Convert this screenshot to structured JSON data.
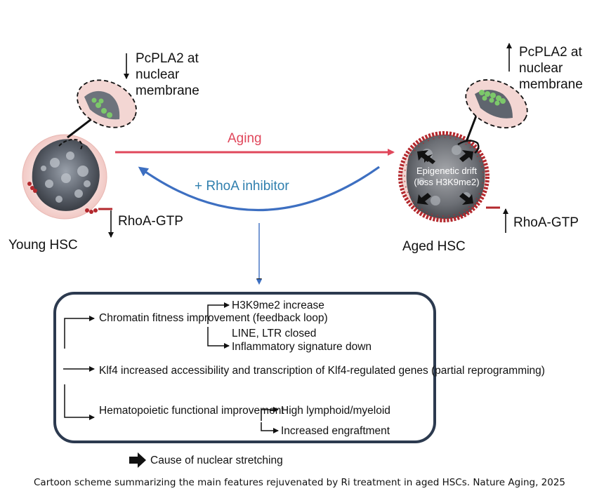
{
  "cells": {
    "young": {
      "title": "Young HSC",
      "pcpla2_label": "PcPLA2 at\nnuclear\nmembrane",
      "pcpla2_direction": "down",
      "rhoa_label": "RhoA-GTP",
      "rhoa_direction": "down"
    },
    "aged": {
      "title": "Aged HSC",
      "pcpla2_label": "PcPLA2 at\nnuclear\nmembrane",
      "pcpla2_direction": "up",
      "rhoa_label": "RhoA-GTP",
      "rhoa_direction": "up",
      "nucleus_text": "Epigenetic drift\n(loss H3K9me2)"
    }
  },
  "arrows": {
    "aging_label": "Aging",
    "aging_color": "#e0475b",
    "inhibitor_label": "+ RhoA inhibitor",
    "inhibitor_color": "#3d6fc1",
    "inhibitor_text_color": "#2f7fae"
  },
  "effects": {
    "chromatin": "Chromatin fitness\nimprovement\n(feedback loop)",
    "h3k9": "H3K9me2 increase",
    "line_ltr": "LINE, LTR closed",
    "inflammatory": "Inflammatory signature down",
    "klf4": "Klf4 increased accessibility and transcription of\nKlf4-regulated genes (partial reprogramming)",
    "hemato": "Hematopoietic functional\nimprovement",
    "lymphoid": "High lymphoid/myeloid",
    "engraftment": "Increased engraftment"
  },
  "legend": {
    "icon": "black-block-arrow-icon",
    "label": "Cause of nuclear stretching"
  },
  "caption": "Cartoon scheme summarizing the main features rejuvenated by Ri treatment in aged HSCs. Nature Aging, 2025",
  "colors": {
    "box_border": "#2c3a4f",
    "membrane_red": "#b3282d",
    "pcpla2_green": "#7cc86a",
    "cell_pink": "#f3d2cf"
  }
}
